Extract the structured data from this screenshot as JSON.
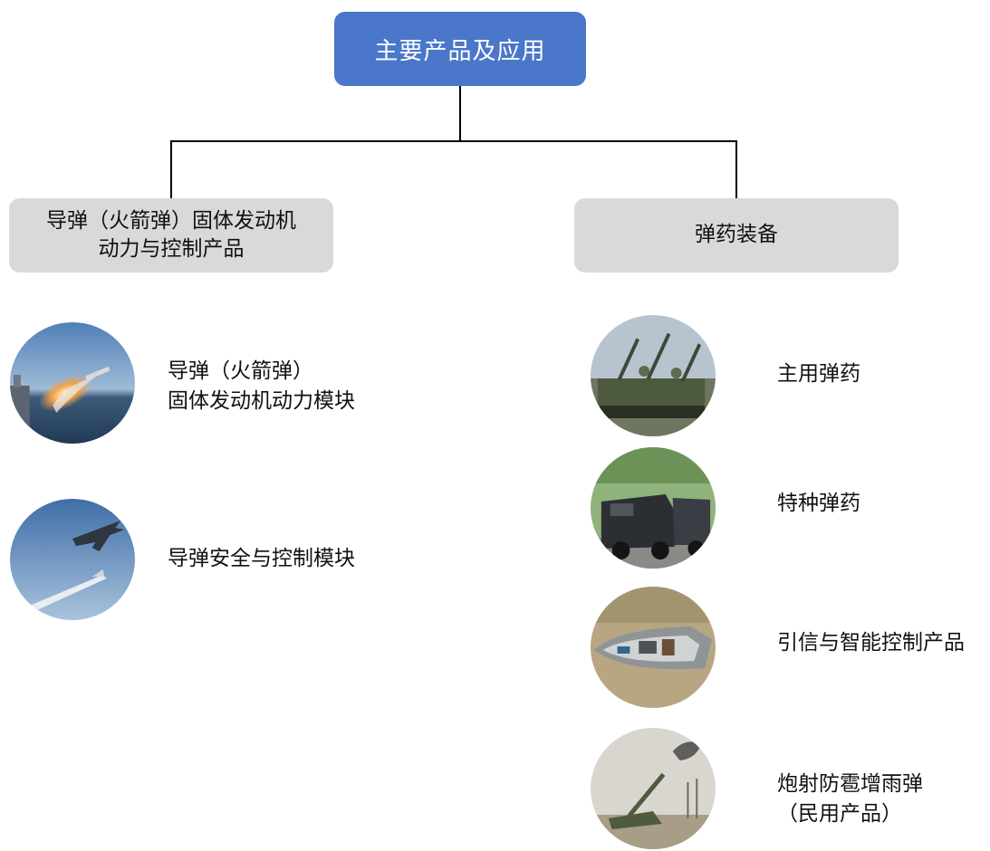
{
  "root": {
    "label": "主要产品及应用"
  },
  "branches": [
    {
      "label_lines": [
        "导弹（火箭弹）固体发动机",
        "动力与控制产品"
      ],
      "items": [
        {
          "lines": [
            "导弹（火箭弹）",
            "固体发动机动力模块"
          ],
          "icon": "missile-launch-photo"
        },
        {
          "lines": [
            "导弹安全与控制模块"
          ],
          "icon": "fighter-jet-missile-photo"
        }
      ]
    },
    {
      "label_lines": [
        "弹药装备"
      ],
      "items": [
        {
          "lines": [
            "主用弹药"
          ],
          "icon": "air-defense-vehicles-photo"
        },
        {
          "lines": [
            "特种弹药"
          ],
          "icon": "armored-vehicle-photo"
        },
        {
          "lines": [
            "引信与智能控制产品"
          ],
          "icon": "fuze-cutaway-photo"
        },
        {
          "lines": [
            "炮射防雹增雨弹",
            "（民用产品）"
          ],
          "icon": "anti-hail-gun-photo"
        }
      ]
    }
  ],
  "colors": {
    "root_fill": "#4a77c9",
    "branch_fill": "#d9d9d9",
    "connector": "#000000"
  }
}
